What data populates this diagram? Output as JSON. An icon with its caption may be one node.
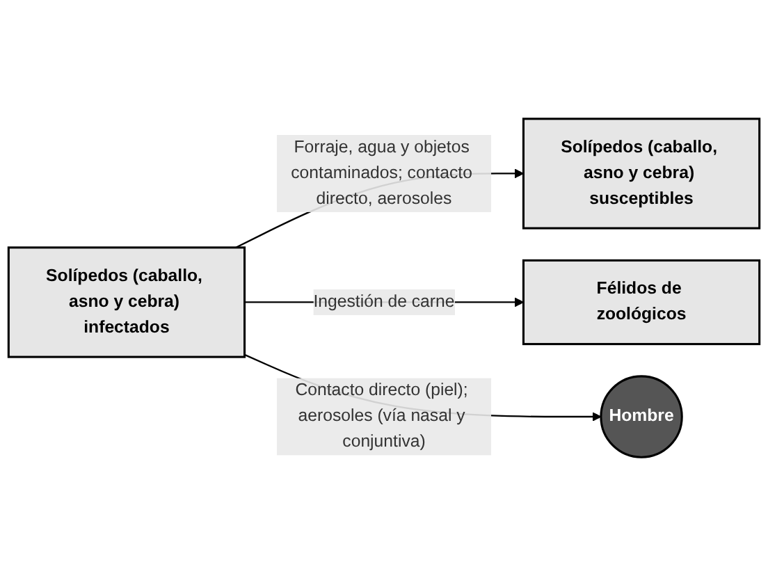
{
  "diagram": {
    "nodes": [
      {
        "text": [
          "Solípedos (caballo, asno y cebra) infectados"
        ]
      },
      {
        "text": [
          "Solípedos (caballo, asno y cebra) susceptibles"
        ]
      },
      {
        "text": [
          "Félidos de zoológicos"
        ]
      },
      {
        "text": [
          "Hombre"
        ]
      }
    ],
    "edges": [
      {
        "from": 0,
        "to": 1,
        "arrow": "to",
        "label": "Forraje, agua y objetos contaminados; contacto directo, aerosoles"
      },
      {
        "from": 0,
        "to": 2,
        "arrow": "to",
        "label": "Ingestión de carne"
      },
      {
        "from": 0,
        "to": 3,
        "arrow": "to",
        "label": "Contacto directo (piel); aerosoles (vía nasal y conjuntiva)"
      }
    ]
  }
}
